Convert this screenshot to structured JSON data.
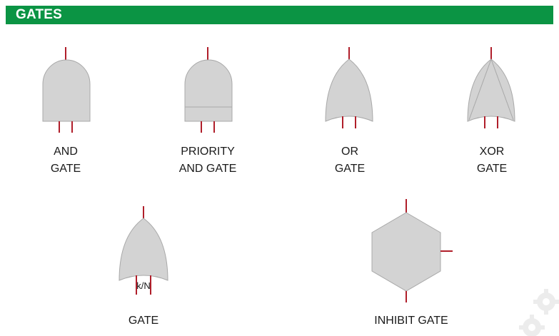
{
  "header": {
    "title": "GATES"
  },
  "colors": {
    "header_bg": "#0b9444",
    "gate_fill": "#d3d3d3",
    "gate_stroke": "#a8a8a8",
    "lead_line": "#b01e2a"
  },
  "gates": {
    "and_gate": {
      "line1": "AND",
      "line2": "GATE"
    },
    "priority_and_gate": {
      "line1": "PRIORITY",
      "line2": "AND GATE"
    },
    "or_gate": {
      "line1": "OR",
      "line2": "GATE"
    },
    "xor_gate": {
      "line1": "XOR",
      "line2": "GATE"
    },
    "voting_gate": {
      "label": "GATE",
      "symbol_text": "k/N"
    },
    "inhibit_gate": {
      "label": "INHIBIT GATE"
    }
  },
  "watermark_icon": "gear-icon"
}
